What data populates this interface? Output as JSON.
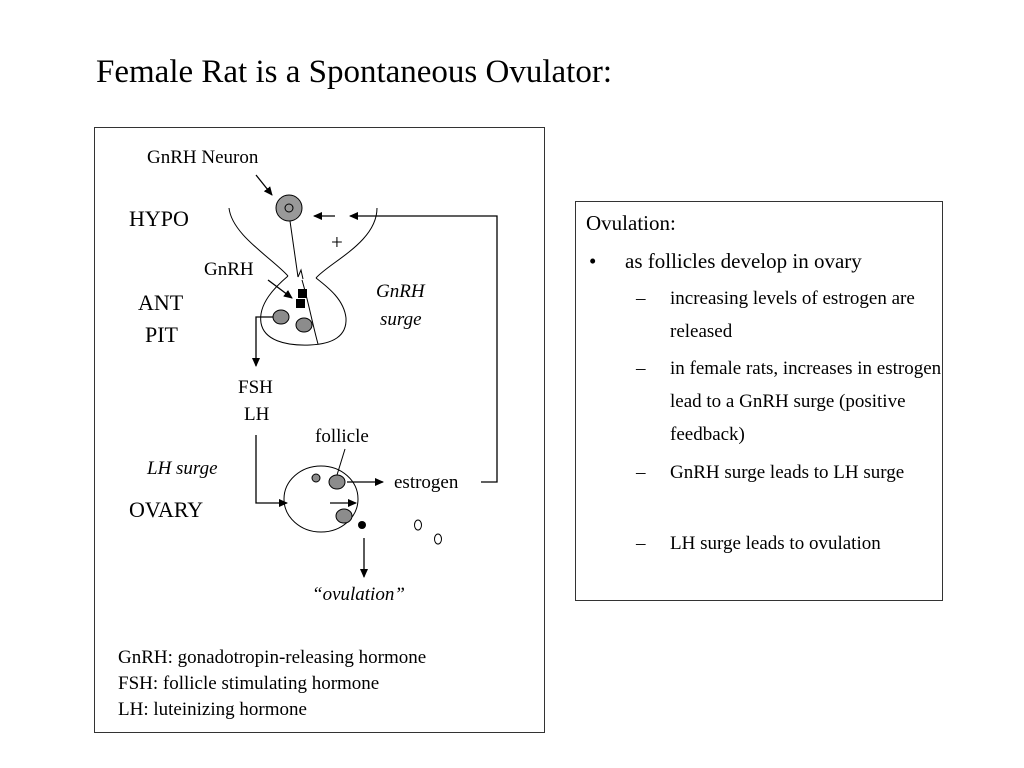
{
  "title": "Female Rat is a Spontaneous Ovulator:",
  "diagram": {
    "gnrh_neuron_label": "GnRH Neuron",
    "hypo_label": "HYPO",
    "plus_sign": "+",
    "gnrh_label": "GnRH",
    "ant_pit_label_line1": "ANT",
    "ant_pit_label_line2": "PIT",
    "gnrh_surge_line1": "GnRH",
    "gnrh_surge_line2": "surge",
    "fsh_label": "FSH",
    "lh_label": "LH",
    "follicle_label": "follicle",
    "lh_surge_label": "LH surge",
    "estrogen_label": "estrogen",
    "ovary_label": "OVARY",
    "ovulation_label": "“ovulation”"
  },
  "legend": [
    "GnRH:  gonadotropin-releasing hormone",
    "FSH:  follicle stimulating hormone",
    "LH:  luteinizing hormone"
  ],
  "textbox": {
    "heading": "Ovulation:",
    "bullet_symbol": "•",
    "bullet": "as follicles develop in ovary",
    "dash_symbol": "–",
    "subitems": [
      "increasing levels of estrogen are released",
      "in female rats, increases in estrogen lead to a GnRH surge (positive feedback)",
      "GnRH surge leads to LH surge",
      "LH surge leads to ovulation"
    ]
  },
  "colors": {
    "cell_fill": "#8c8c8c",
    "neuron_fill": "#999999",
    "stroke": "#000000",
    "border": "#333333"
  }
}
